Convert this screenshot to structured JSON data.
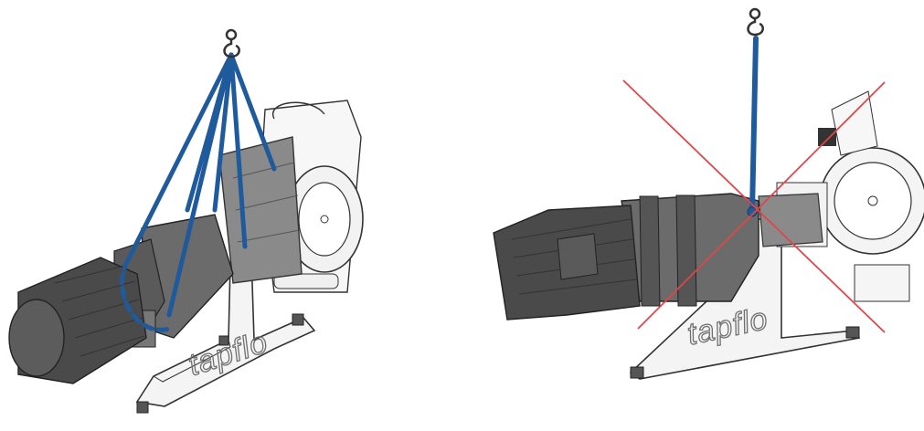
{
  "brand": {
    "logo_text_left": "tapflo",
    "logo_text_right": "tapflo"
  },
  "colors": {
    "sling": "#1f5a9c",
    "cross": "#e0454a",
    "motor_dark": "#4a4a4a",
    "motor_mid": "#6b6b6b",
    "pump_body": "#8a8a8a",
    "outline": "#333333",
    "frame_fill": "#f4f4f4"
  },
  "icons": [
    "lifting-hook-icon",
    "sling-strap-icon",
    "cross-out-icon"
  ],
  "panels": {
    "left": "correct-lifting-method",
    "right": "incorrect-lifting-method"
  }
}
